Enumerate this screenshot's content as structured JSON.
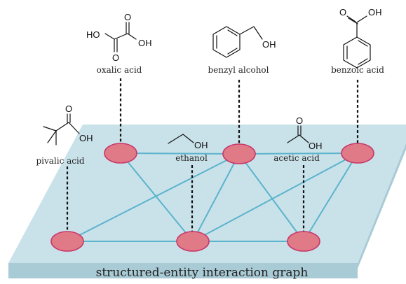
{
  "caption": "structured-entity interaction graph",
  "colors": {
    "plane_top": "#c9e2ea",
    "plane_side": "#a9cbd6",
    "edge": "#5bb3cc",
    "node_fill": "#e07a86",
    "node_stroke": "#c8386a",
    "connector": "#111111"
  },
  "molecules": [
    {
      "id": "oxalic",
      "label": "oxalic acid",
      "atoms": [
        "HO",
        "O",
        "O",
        "OH"
      ]
    },
    {
      "id": "benzyl",
      "label": "benzyl alcohol",
      "atoms": [
        "OH"
      ]
    },
    {
      "id": "benzoic",
      "label": "benzoic acid",
      "atoms": [
        "O",
        "OH"
      ]
    },
    {
      "id": "pivalic",
      "label": "pivalic acid",
      "atoms": [
        "O",
        "OH"
      ]
    },
    {
      "id": "ethanol",
      "label": "ethanol",
      "atoms": [
        "OH"
      ]
    },
    {
      "id": "acetic",
      "label": "acetic acid",
      "atoms": [
        "O",
        "OH"
      ]
    }
  ],
  "graph": {
    "nodes": [
      "oxalic",
      "benzyl",
      "benzoic",
      "pivalic",
      "ethanol",
      "acetic"
    ],
    "edges": [
      [
        "oxalic",
        "benzyl"
      ],
      [
        "benzyl",
        "benzoic"
      ],
      [
        "pivalic",
        "ethanol"
      ],
      [
        "ethanol",
        "acetic"
      ],
      [
        "pivalic",
        "benzyl"
      ],
      [
        "oxalic",
        "ethanol"
      ],
      [
        "benzyl",
        "ethanol"
      ],
      [
        "benzyl",
        "acetic"
      ],
      [
        "ethanol",
        "benzoic"
      ],
      [
        "acetic",
        "benzoic"
      ]
    ]
  }
}
